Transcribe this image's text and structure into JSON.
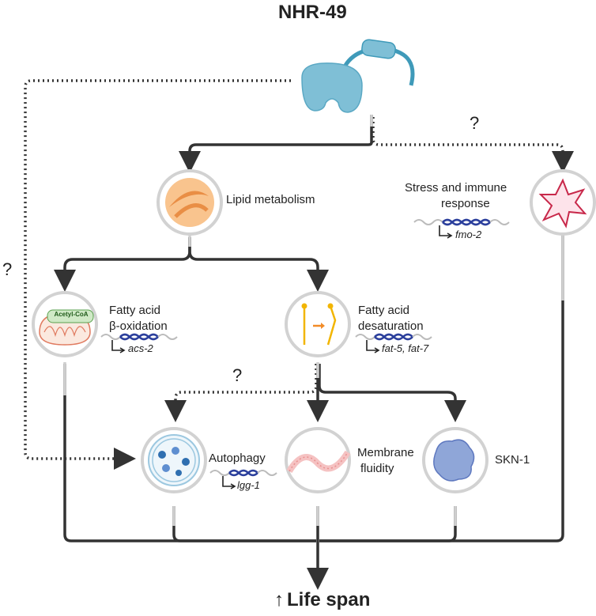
{
  "title": "NHR-49",
  "outcome": {
    "arrow": "↑",
    "label": "Life span"
  },
  "question_mark": "?",
  "nodes": {
    "lipid": {
      "label": "Lipid metabolism"
    },
    "stress": {
      "label_line1": "Stress and immune",
      "label_line2": "response",
      "gene": "fmo-2"
    },
    "beta_ox": {
      "label_line1": "Fatty acid",
      "label_line2": "β-oxidation",
      "gene": "acs-2",
      "badge": "Acetyl-CoA"
    },
    "desat": {
      "label_line1": "Fatty acid",
      "label_line2": "desaturation",
      "gene": "fat-5, fat-7"
    },
    "autophagy": {
      "label": "Autophagy",
      "gene": "lgg-1"
    },
    "membrane": {
      "label_line1": "Membrane",
      "label_line2": "fluidity"
    },
    "skn1": {
      "label": "SKN-1"
    }
  },
  "colors": {
    "line": "#333333",
    "protein": "#7fbfd6",
    "protein_dark": "#3f9ab9",
    "lipid": "#f3a35c",
    "stress": "#c8284a",
    "dna": "#2b3f9c",
    "yellow": "#f2b500"
  }
}
